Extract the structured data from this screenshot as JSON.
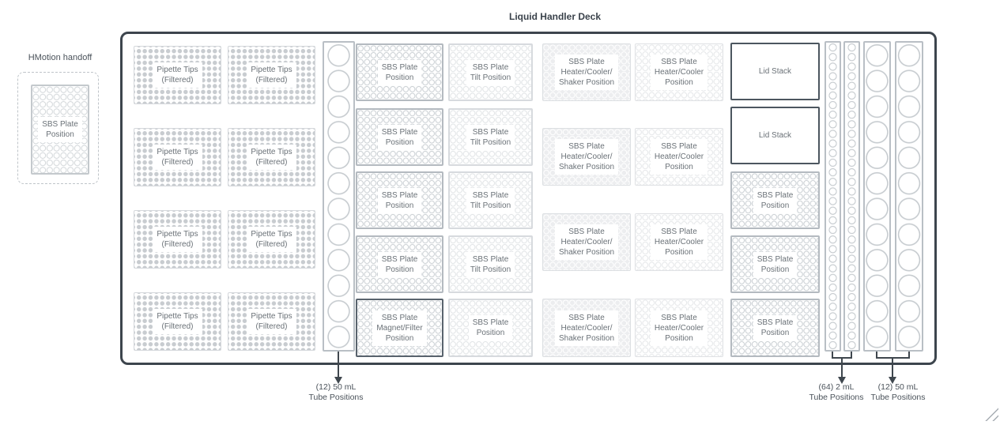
{
  "title": "Liquid Handler Deck",
  "handoff": {
    "label": "HMotion handoff",
    "plate_label": "SBS Plate\nPosition"
  },
  "deck": {
    "labels": {
      "pipette_tips": "Pipette Tips\n(Filtered)",
      "sbs_plate": "SBS Plate\nPosition",
      "tilt": "SBS Plate\nTilt Position",
      "heater_cooler_shaker": "SBS Plate\nHeater/Cooler/\nShaker Position",
      "heater_cooler": "SBS Plate\nHeater/Cooler\nPosition",
      "magnet_filter": "SBS Plate\nMagnet/Filter\nPosition",
      "lid_stack": "Lid Stack"
    },
    "counts": {
      "pipette_tip_boxes": 8,
      "sbs_plate_positions_left_column": 4,
      "tilt_positions": 4,
      "heater_cooler_shaker_positions": 4,
      "heater_cooler_positions": 4,
      "lid_stacks": 2,
      "sbs_plate_positions_right_column": 3,
      "magnet_filter_positions": 1,
      "left_50ml_tubes": 12,
      "right_2ml_tubes": 64,
      "right_50ml_tubes": 12
    }
  },
  "annotations": {
    "left_50ml": "(12) 50 mL\nTube Positions",
    "right_2ml": "(64) 2 mL\nTube Positions",
    "right_50ml": "(12) 50 mL\nTube Positions"
  },
  "colors": {
    "deck_border": "#3d454d",
    "dark_slot_border": "#4c565f",
    "plate_border": "#b4bac0",
    "light_border": "#d7dade",
    "pattern_gray": "#ccd1d5",
    "label_text": "#6a7177",
    "annotation_text": "#4a525a"
  }
}
